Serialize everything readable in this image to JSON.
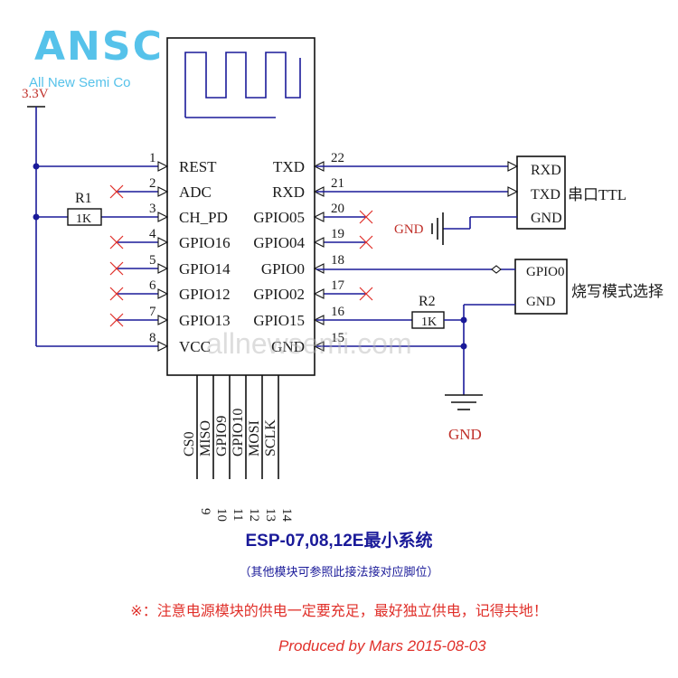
{
  "logo": {
    "text": "ANSC",
    "tagline": "All New Semi Co"
  },
  "watermark": "allnewsemi.com",
  "power": {
    "label": "3.3V"
  },
  "resistors": [
    {
      "name": "R1",
      "value": "1K"
    },
    {
      "name": "R2",
      "value": "1K"
    }
  ],
  "left_pins": [
    {
      "num": "1",
      "name": "REST"
    },
    {
      "num": "2",
      "name": "ADC"
    },
    {
      "num": "3",
      "name": "CH_PD"
    },
    {
      "num": "4",
      "name": "GPIO16"
    },
    {
      "num": "5",
      "name": "GPIO14"
    },
    {
      "num": "6",
      "name": "GPIO12"
    },
    {
      "num": "7",
      "name": "GPIO13"
    },
    {
      "num": "8",
      "name": "VCC"
    }
  ],
  "right_pins": [
    {
      "num": "22",
      "name": "TXD"
    },
    {
      "num": "21",
      "name": "RXD"
    },
    {
      "num": "20",
      "name": "GPIO05"
    },
    {
      "num": "19",
      "name": "GPIO04"
    },
    {
      "num": "18",
      "name": "GPIO0"
    },
    {
      "num": "17",
      "name": "GPIO02"
    },
    {
      "num": "16",
      "name": "GPIO15"
    },
    {
      "num": "15",
      "name": "GND"
    }
  ],
  "bottom_pins": [
    {
      "num": "9",
      "name": "CS0"
    },
    {
      "num": "10",
      "name": "MISO"
    },
    {
      "num": "11",
      "name": "GPIO9"
    },
    {
      "num": "12",
      "name": "GPIO10"
    },
    {
      "num": "13",
      "name": "MOSI"
    },
    {
      "num": "14",
      "name": "SCLK"
    }
  ],
  "serial_header": {
    "pins": [
      "RXD",
      "TXD",
      "GND"
    ],
    "label": "串口TTL"
  },
  "flash_header": {
    "pins": [
      "GPIO0",
      "GND"
    ],
    "label": "烧写模式选择"
  },
  "gnd_labels": {
    "left": "GND",
    "bottom": "GND"
  },
  "caption": {
    "title": "ESP-07,08,12E最小系统",
    "subtitle": "（其他模块可参照此接法接对应脚位）",
    "warning": "※：注意电源模块的供电一定要充足，最好独立供电，记得共地！",
    "credit": "Produced by Mars  2015-08-03"
  },
  "colors": {
    "wire": "#1a1a99",
    "nc_mark": "#e0302a",
    "logo": "#56c2ea",
    "text": "#1a1a1a"
  }
}
